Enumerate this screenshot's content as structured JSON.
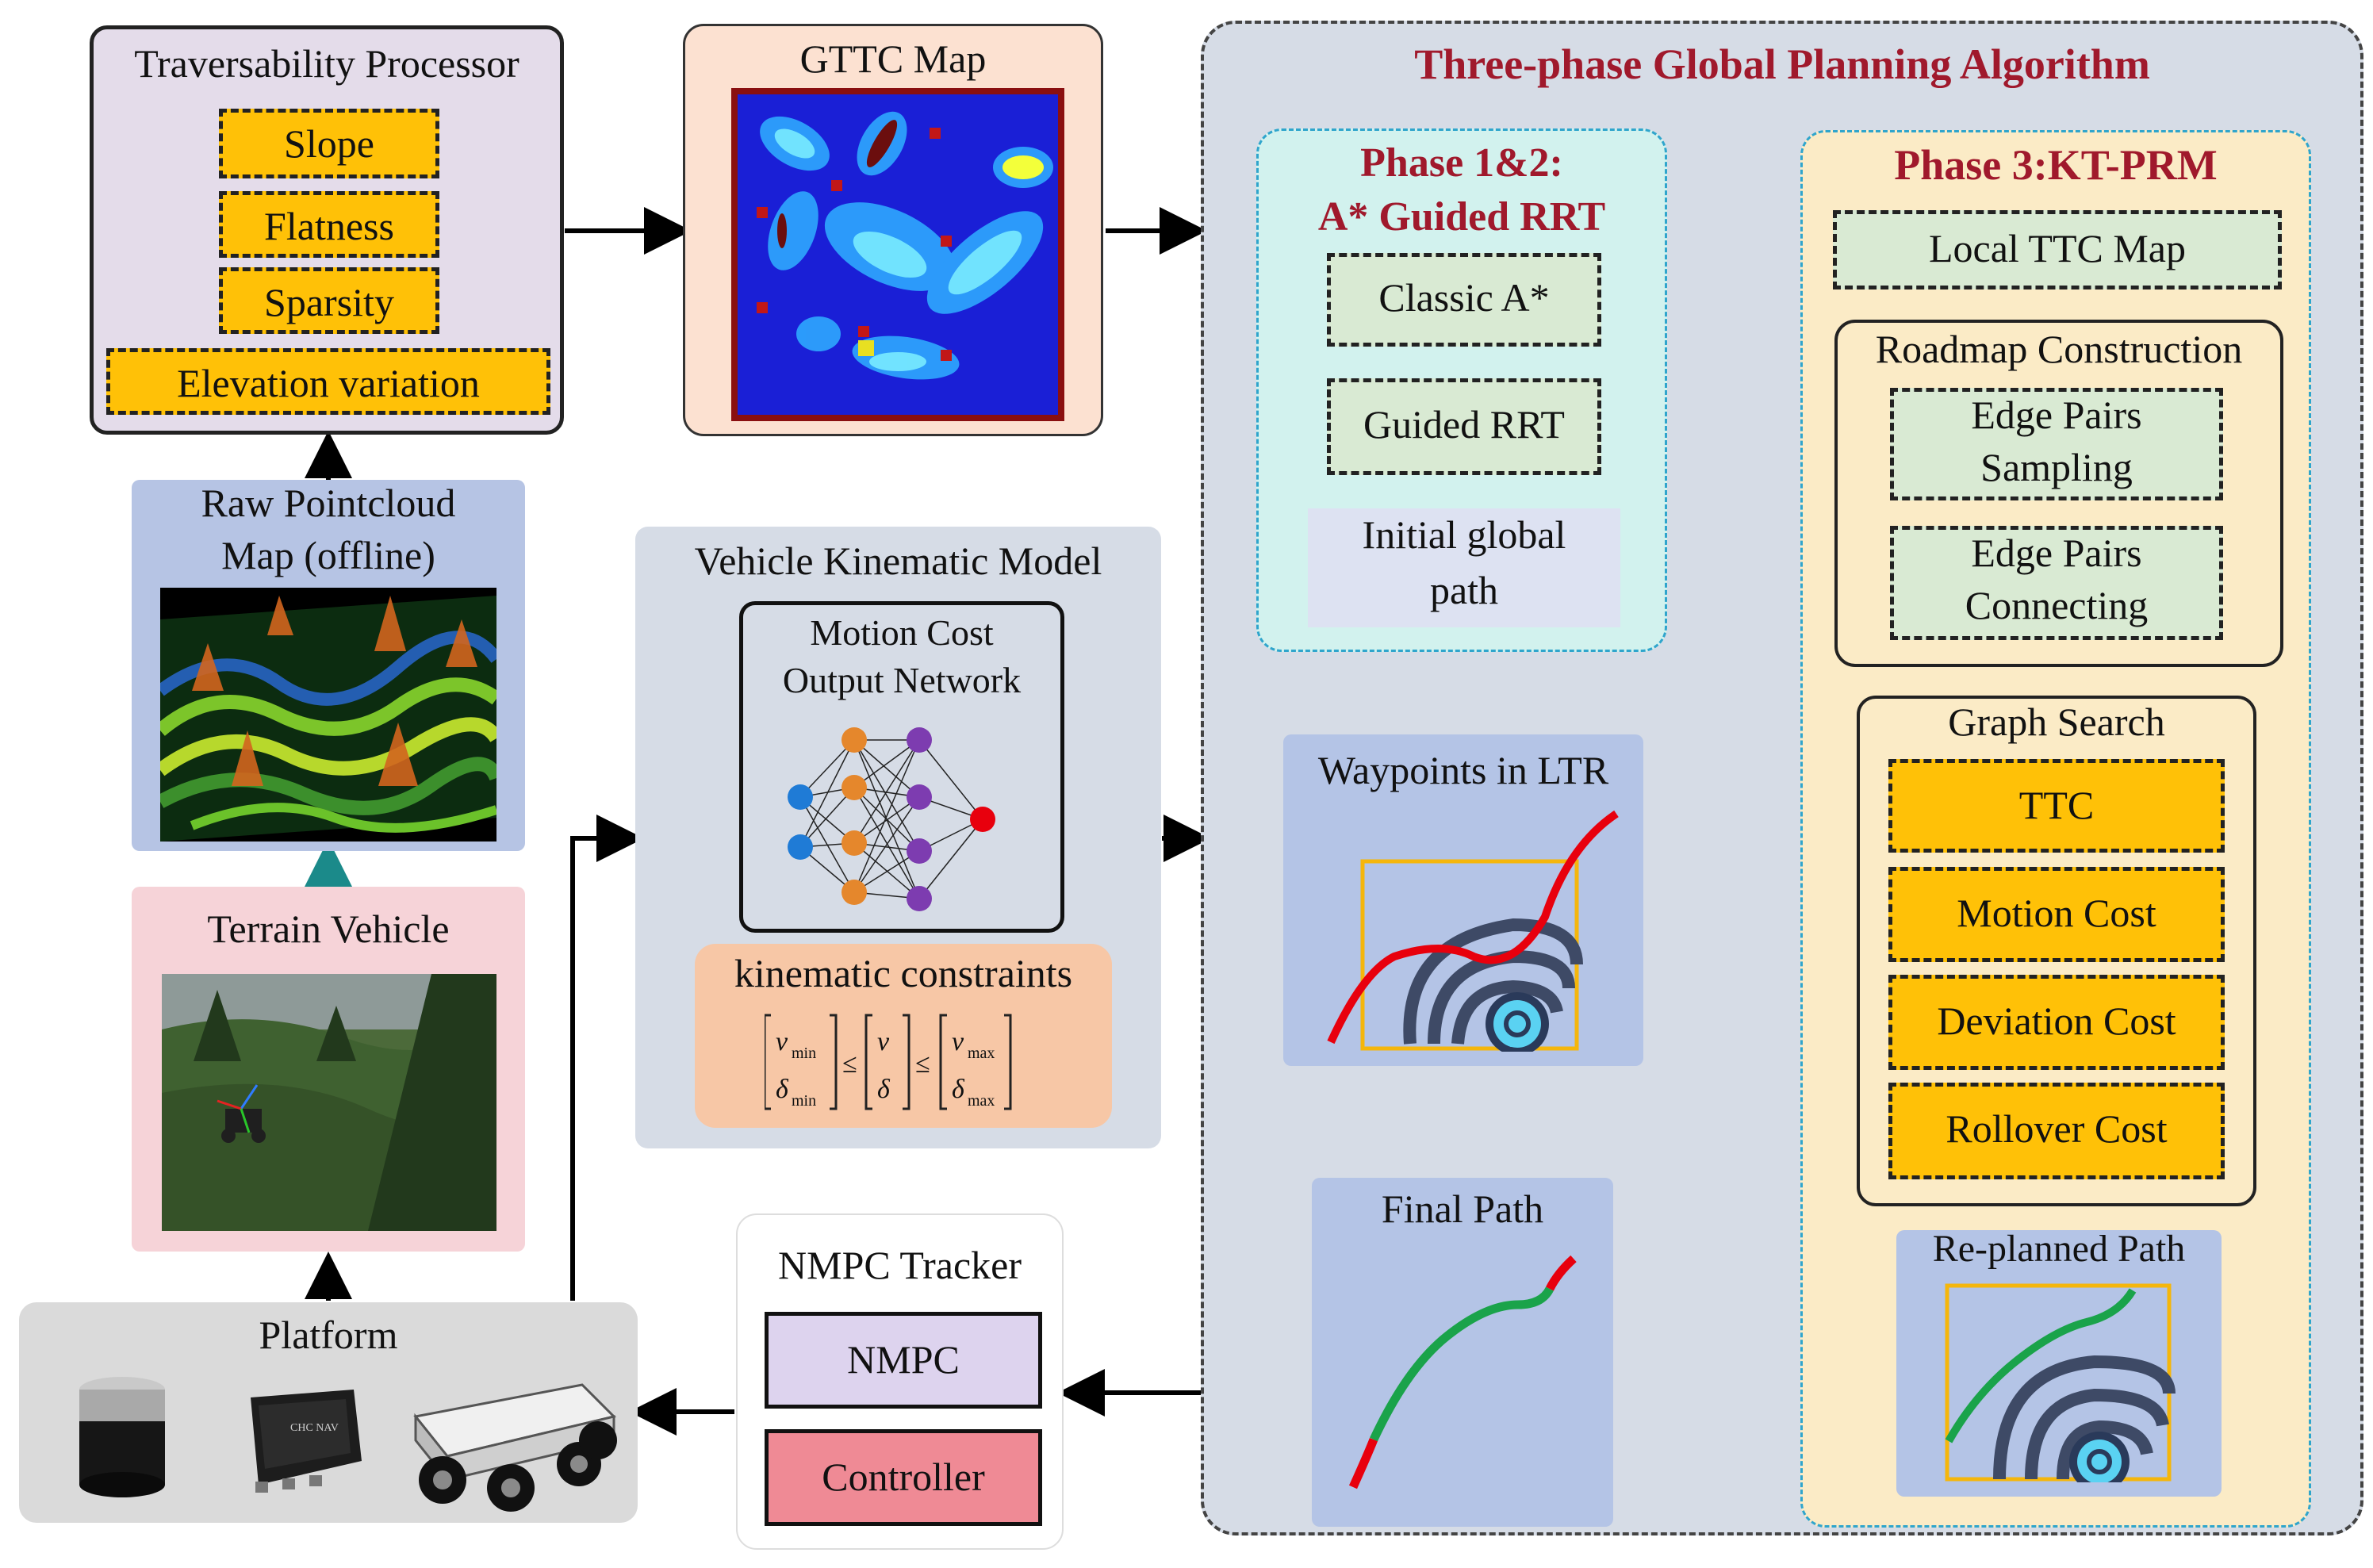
{
  "traversability": {
    "title": "Traversability Processor",
    "items": [
      "Slope",
      "Flatness",
      "Sparsity",
      "Elevation variation"
    ]
  },
  "gttc": {
    "title": "GTTC Map"
  },
  "raw_pointcloud": {
    "title_line1": "Raw Pointcloud",
    "title_line2": "Map (offline)"
  },
  "terrain_vehicle": {
    "title": "Terrain Vehicle"
  },
  "platform": {
    "title": "Platform"
  },
  "kinematic": {
    "title": "Vehicle Kinematic Model",
    "network_line1": "Motion Cost",
    "network_line2": "Output Network",
    "constraints_title": "kinematic constraints",
    "v_min": "v",
    "v_min_sub": "min",
    "d_min": "δ",
    "d_min_sub": "min",
    "v": "v",
    "d": "δ",
    "v_max": "v",
    "v_max_sub": "max",
    "d_max": "δ",
    "d_max_sub": "max",
    "leq": "≤"
  },
  "nmpc": {
    "title": "NMPC Tracker",
    "nmpc_label": "NMPC",
    "controller_label": "Controller"
  },
  "global": {
    "title": "Three-phase Global Planning Algorithm",
    "phase12": {
      "title_line1": "Phase 1&2:",
      "title_line2": "A* Guided RRT",
      "classic": "Classic A*",
      "guided": "Guided RRT",
      "initial_line1": "Initial global",
      "initial_line2": "path"
    },
    "waypoints": "Waypoints in LTR",
    "final_path": "Final Path",
    "phase3": {
      "title": "Phase 3:KT-PRM",
      "local_map": "Local TTC Map",
      "roadmap_title": "Roadmap Construction",
      "edge_sampling_line1": "Edge Pairs",
      "edge_sampling_line2": "Sampling",
      "edge_connecting_line1": "Edge Pairs",
      "edge_connecting_line2": "Connecting",
      "graph_search_title": "Graph Search",
      "costs": [
        "TTC",
        "Motion Cost",
        "Deviation Cost",
        "Rollover Cost"
      ],
      "replanned": "Re-planned Path"
    }
  },
  "colors": {
    "dark_red_title": "#a0192c",
    "yellow_fill": "#ffc107",
    "green_fill": "#d9ead3",
    "path_red": "#e8000d",
    "path_green": "#1aa34a"
  },
  "icons": [
    "lidar-icon",
    "imu-icon",
    "robot-car-icon",
    "neural-network-icon",
    "pointcloud-terrain-image",
    "forest-scene-image",
    "heatmap-image"
  ]
}
